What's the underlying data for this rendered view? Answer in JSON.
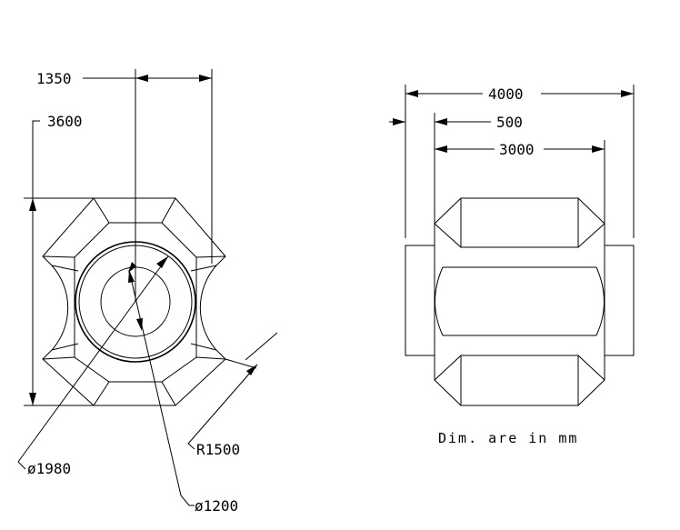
{
  "colors": {
    "line": "#000000",
    "background": "#ffffff"
  },
  "end_view": {
    "dim_1350": "1350",
    "dim_3600": "3600",
    "dim_d1980": "ø1980",
    "dim_d1200": "ø1200",
    "dim_r1500": "R1500"
  },
  "side_view": {
    "dim_4000": "4000",
    "dim_500": "500",
    "dim_3000": "3000"
  },
  "note": "Dim. are in mm"
}
